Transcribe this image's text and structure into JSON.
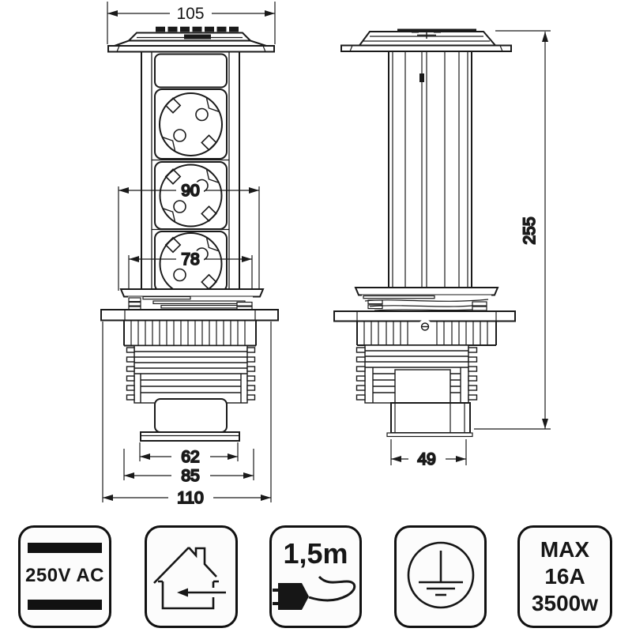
{
  "drawing": {
    "front_view": {
      "dim_top_width": "105",
      "dim_socket_plate": "90",
      "dim_ring": "78",
      "dim_box": "62",
      "dim_thread": "85",
      "dim_base_plate": "110"
    },
    "side_view": {
      "dim_height": "255",
      "dim_column": "49"
    }
  },
  "badges": {
    "voltage": {
      "label": "250V AC"
    },
    "indoor": {
      "icon": "house-arrow-icon"
    },
    "cable": {
      "label": "1,5m",
      "icon": "plug-cable-icon"
    },
    "ground": {
      "icon": "earth-ground-icon"
    },
    "power": {
      "line1": "MAX",
      "line2": "16A",
      "line3": "3500w"
    }
  },
  "colors": {
    "line": "#1a1a1a",
    "badge_border": "#111111",
    "background": "#ffffff"
  }
}
